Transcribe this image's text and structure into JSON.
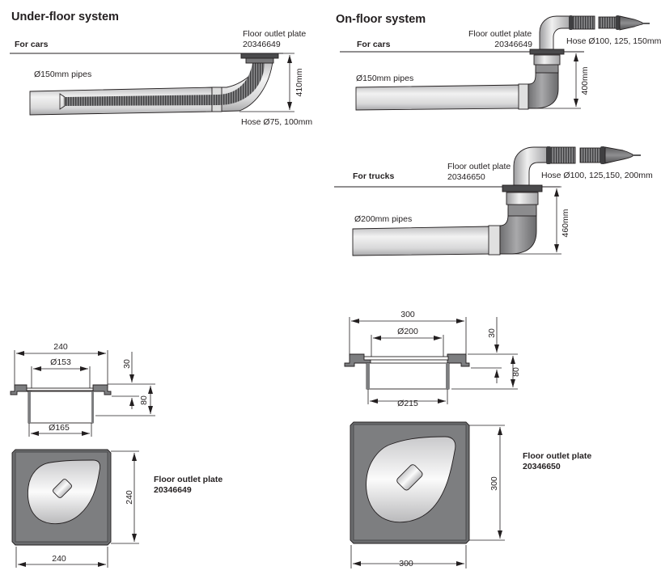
{
  "sections": {
    "under_floor": {
      "title": "Under-floor system",
      "cars": {
        "label": "For cars",
        "pipe_label": "Ø150mm pipes",
        "plate_label": "Floor outlet plate",
        "plate_code": "20346649",
        "hose_label": "Hose Ø75, 100mm",
        "depth_label": "410mm"
      }
    },
    "on_floor": {
      "title": "On-floor system",
      "cars": {
        "label": "For cars",
        "pipe_label": "Ø150mm pipes",
        "plate_label": "Floor outlet plate",
        "plate_code": "20346649",
        "hose_label": "Hose Ø100, 125, 150mm",
        "depth_label": "400mm"
      },
      "trucks": {
        "label": "For trucks",
        "pipe_label": "Ø200mm pipes",
        "plate_label": "Floor outlet plate",
        "plate_code": "20346650",
        "hose_label": "Hose Ø100, 125,150, 200mm",
        "depth_label": "460mm"
      }
    }
  },
  "plates": {
    "small": {
      "section_view": {
        "width": "240",
        "inner_diameter": "Ø153",
        "outer_diameter": "Ø165",
        "top_height": "30",
        "total_height": "80"
      },
      "top_view": {
        "width": "240",
        "height": "240",
        "label": "Floor outlet plate",
        "code": "20346649"
      }
    },
    "large": {
      "section_view": {
        "width": "300",
        "inner_diameter": "Ø200",
        "outer_diameter": "Ø215",
        "top_height": "30",
        "total_height": "80"
      },
      "top_view": {
        "width": "300",
        "height": "300",
        "label": "Floor outlet plate",
        "code": "20346650"
      }
    }
  },
  "colors": {
    "ink": "#231f20",
    "plate_dark": "#7d7e80",
    "plate_frame": "#5a5b5d",
    "pipe_light": "#e8e8e8",
    "pipe_mid": "#b9b9bb",
    "hose_dark": "#4a4a4c"
  }
}
